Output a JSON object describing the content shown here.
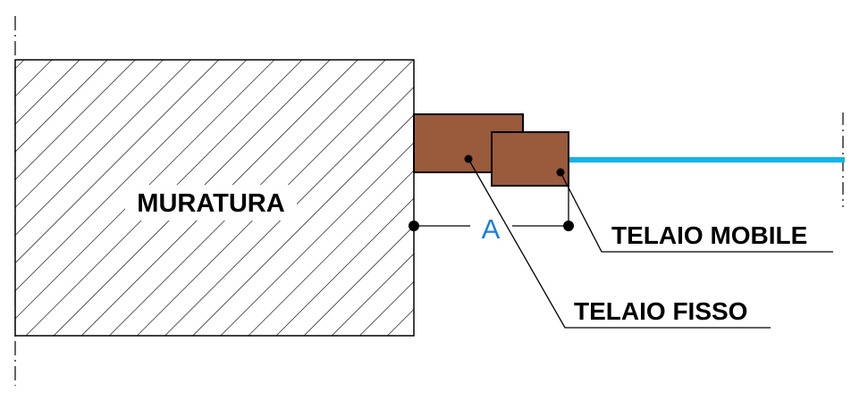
{
  "diagram": {
    "labels": {
      "wall": "MURATURA",
      "fixed_frame": "TELAIO FISSO",
      "moving_frame": "TELAIO MOBILE",
      "dimension": "A"
    },
    "colors": {
      "frame_fill": "#9a5a3c",
      "glass_line": "#14b4e6",
      "dimension_text": "#1a7fe0",
      "stroke": "#000000",
      "background": "#ffffff"
    }
  }
}
